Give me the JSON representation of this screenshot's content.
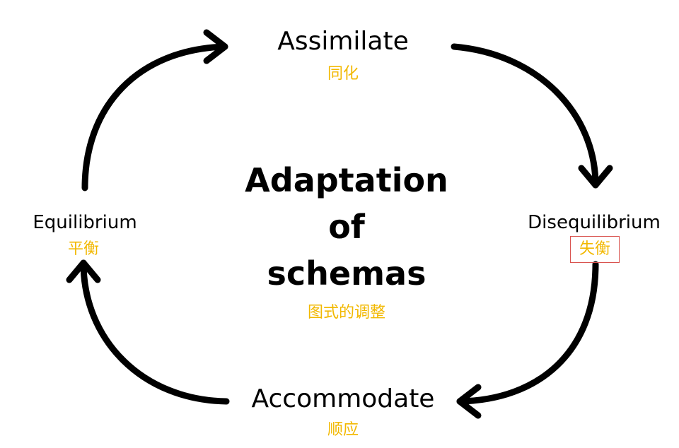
{
  "nodes": {
    "assimilate": {
      "label": "Assimilate",
      "sub": "同化"
    },
    "disequilibrium": {
      "label": "Disequilibrium",
      "sub": "失衡"
    },
    "accommodate": {
      "label": "Accommodate",
      "sub": "顺应"
    },
    "equilibrium": {
      "label": "Equilibrium",
      "sub": "平衡"
    }
  },
  "center": {
    "line1": "Adaptation",
    "line2": "of",
    "line3": "schemas",
    "sub": "图式的调整"
  },
  "colors": {
    "text": "#000000",
    "subtitle": "#f2b800",
    "arrow": "#000000",
    "highlight_box": "#d9534f"
  }
}
